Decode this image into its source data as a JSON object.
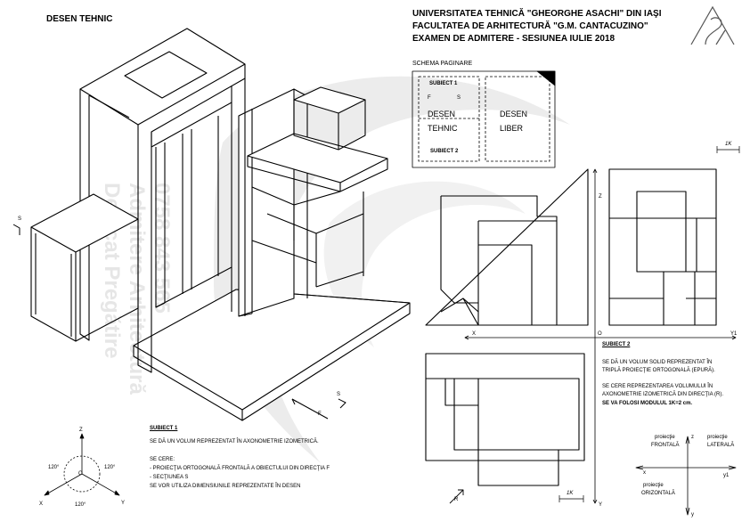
{
  "sheet": {
    "title": "DESEN TEHNIC",
    "header": {
      "line1": "UNIVERSITATEA TEHNICĂ \"GHEORGHE ASACHI\" DIN IAŞI",
      "line2": "FACULTATEA DE  ARHITECTURĂ  \"G.M. CANTACUZINO\"",
      "line3": "EXAMEN DE ADMITERE  -  SESIUNEA IULIE 2018"
    },
    "logo": "AS"
  },
  "schema": {
    "title": "SCHEMA PAGINARE",
    "subiect1": "SUBIECT 1",
    "f": "F",
    "s": "S",
    "desen": "DESEN",
    "tehnic": "TEHNIC",
    "subiect2": "SUBIECT 2",
    "desen_liber_1": "DESEN",
    "desen_liber_2": "LIBER"
  },
  "watermark": {
    "lines": [
      "Dedicat Pregătire",
      "Admitere Arhitectură",
      "0758 843 565"
    ]
  },
  "drawing1": {
    "s_top": "S",
    "s_bottom": "S",
    "f": "F"
  },
  "axes_iso": {
    "z": "Z",
    "o": "O",
    "x": "X",
    "y": "Y",
    "a1": "120°",
    "a2": "120°",
    "a3": "120°"
  },
  "subiect1": {
    "title": "SUBIECT 1",
    "line1": "SE DĂ UN VOLUM REPREZENTAT ÎN AXONOMETRIE IZOMETRICĂ.",
    "line2": "SE CERE:",
    "line3": "-  PROIECŢIA ORTOGONALĂ FRONTALĂ A OBIECTULUI DIN DIRECŢIA F",
    "line4": "-  SECŢIUNEA S",
    "line5": "SE VOR UTILIZA DIMENSIUNILE REPREZENTATE ÎN DESEN"
  },
  "epura": {
    "z": "Z",
    "x": "X",
    "o": "O",
    "y1": "Y1",
    "y": "Y",
    "r": "R",
    "module_top": "1K",
    "module_bottom": "1K"
  },
  "subiect2": {
    "title": "SUBIECT 2",
    "line1": "SE DĂ UN VOLUM SOLID REPREZENTAT ÎN",
    "line2": "TRIPLĂ PROIECŢIE ORTOGONALĂ (EPURĂ).",
    "line3": "SE CERE REPREZENTAREA VOLUMULUI ÎN",
    "line4": "AXONOMETRIE IZOMETRICĂ DIN DIRECŢIA (R).",
    "line5": "SE VA FOLOSI MODULUL 1K=2 cm."
  },
  "legend": {
    "frontala_a": "proiecţie",
    "frontala_b": "FRONTALĂ",
    "laterala_a": "proiecţie",
    "laterala_b": "LATERALĂ",
    "orizontala_a": "proiecţie",
    "orizontala_b": "ORIZONTALĂ",
    "z": "z",
    "x": "x",
    "y": "y",
    "y1": "y1"
  }
}
